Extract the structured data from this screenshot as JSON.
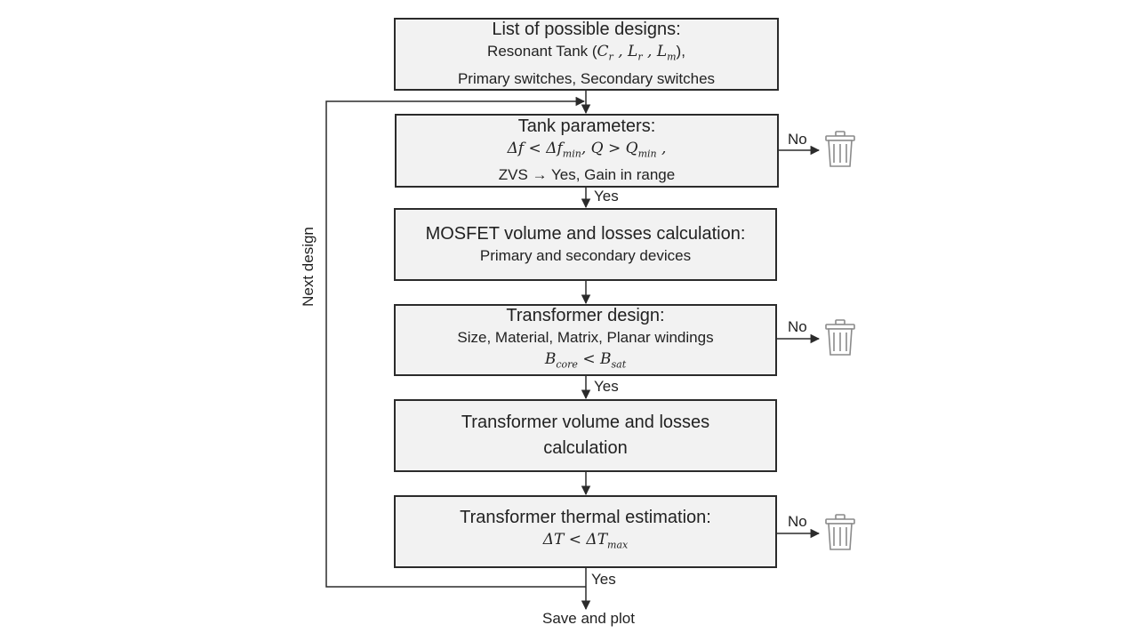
{
  "boxes": {
    "designs": {
      "title": "List of possible designs:",
      "line1_pre": "Resonant Tank (",
      "var_c": "C",
      "sub_r1": "r",
      "var_l": "L",
      "sub_r2": "r",
      "var_lm": "L",
      "sub_m": "m",
      "line1_post": "),",
      "line2": "Primary switches, Secondary switches"
    },
    "tank": {
      "title": "Tank parameters:",
      "delta_f": "Δf <  Δf",
      "delta_f_sub": "min",
      "q": ", Q > Q",
      "q_sub": "min",
      "q_post": " ,",
      "line3": "ZVS → Yes, Gain in range"
    },
    "mosfet": {
      "title": "MOSFET volume and losses calculation:",
      "line2": "Primary and secondary devices"
    },
    "transformer_design": {
      "title": "Transformer design:",
      "line2": "Size, Material, Matrix, Planar windings",
      "b_core": "B",
      "b_core_sub": "core",
      "lt": "  <  B",
      "b_sat_sub": "sat"
    },
    "transformer_volume": {
      "line1": "Transformer volume and losses",
      "line2": "calculation"
    },
    "thermal": {
      "title": "Transformer thermal estimation:",
      "expr": "ΔT  < ΔT",
      "expr_sub": "max"
    }
  },
  "labels": {
    "yes": "Yes",
    "no": "No",
    "next_design": "Next design",
    "save_and_plot": "Save and plot"
  },
  "icons": [
    "trash-icon",
    "trash-icon",
    "trash-icon"
  ],
  "colors": {
    "box_fill": "#f2f2f2",
    "line": "#2b2b2b",
    "trash": "#8a8a8a"
  }
}
